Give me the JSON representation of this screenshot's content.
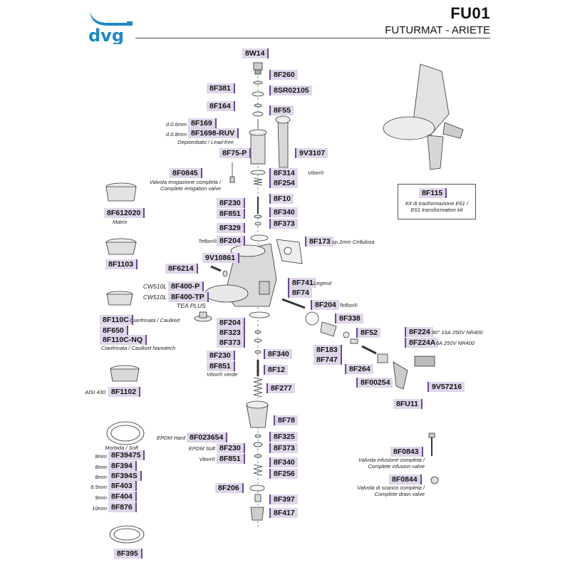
{
  "header": {
    "code": "FU01",
    "name": "FUTURMAT - ARIETE",
    "logo_text": "dvg"
  },
  "colors": {
    "tag_bg": "#dfd6ea",
    "tag_border": "#6a4a8e",
    "line": "#333333"
  },
  "tags": {
    "t8W14": "8W14",
    "t8F260": "8F260",
    "t8F381": "8F381",
    "t8SR02105": "8SR02105",
    "t8F164": "8F164",
    "t8F55": "8F55",
    "t8F169": "8F169",
    "t8F1698RUV": "8F1698-RUV",
    "t8F75P": "8F75-P",
    "t9V3107": "9V3107",
    "t8F0845": "8F0845",
    "t8F314": "8F314",
    "t8F254": "8F254",
    "t8F10": "8F10",
    "t8F230a": "8F230",
    "t8F851a": "8F851",
    "t8F340a": "8F340",
    "t8F373a": "8F373",
    "t8F329": "8F329",
    "t8F204a": "8F204",
    "t8F173": "8F173",
    "t9V10861": "9V10861",
    "t8F6214": "8F6214",
    "t8F400P": "8F400-P",
    "t8F400TP": "8F400-TP",
    "t8F741": "8F741",
    "t8F74": "8F74",
    "t8F204b": "8F204",
    "t8F338": "8F338",
    "t8F204c": "8F204",
    "t8F323": "8F323",
    "t8F373b": "8F373",
    "t8F52": "8F52",
    "t8F224": "8F224",
    "t8F224A": "8F224A",
    "t8F183": "8F183",
    "t8F747": "8F747",
    "t8F230b": "8F230",
    "t8F340b": "8F340",
    "t8F851b": "8F851",
    "t8F12": "8F12",
    "t8F264": "8F264",
    "t8F00254": "8F00254",
    "t9V57216": "9V57216",
    "t8F277": "8F277",
    "t8FU11": "8FU11",
    "t8F78": "8F78",
    "t8F023654": "8F023654",
    "t8F325": "8F325",
    "t8F230c": "8F230",
    "t8F373c": "8F373",
    "t8F851c": "8F851",
    "t8F340c": "8F340",
    "t8F256": "8F256",
    "t8F206": "8F206",
    "t8F397": "8F397",
    "t8F417": "8F417",
    "t8F612020": "8F612020",
    "t8F1103": "8F1103",
    "t8F110C": "8F110C",
    "t8F650": "8F650",
    "t8F110CNQ": "8F110C-NQ",
    "t8F1102": "8F1102",
    "t8F39475": "8F39475",
    "t8F394": "8F394",
    "t8F394S": "8F394S",
    "t8F403": "8F403",
    "t8F404": "8F404",
    "t8F876": "8F876",
    "t8F395": "8F395",
    "t8F115": "8F115",
    "t8F0843": "8F0843",
    "t8F0844": "8F0844"
  },
  "notes": {
    "d06": "d.0.6mm",
    "d08": "d.0.8mm",
    "depiombato": "Depiombato / Lead-free",
    "viton1": "Viton®",
    "valvola_erog": "Valvola erogazione completa /\nComplete erogation valve",
    "teflon1": "Teflon®",
    "sp2mm": "sp.2mm Cellulosa",
    "cw510l_1": "CW510L",
    "cw510l_2": "CW510L",
    "tea_plus": "TEA PLUS",
    "legend": "Legend",
    "teflon2": "Teflon®",
    "switch_90": "90° 16A 250V NR400",
    "switch_6a": "6A 250V NR400",
    "viton_verde": "Viton® verde",
    "epdm_hard": "EPDM Hard",
    "epdm_soft": "EPDM Soft",
    "viton3": "Viton®",
    "matrix": "Matrix",
    "cianfrinata": "Cianfrinata / Caulked",
    "cianfrinata_nano": "Cianfrinata / Caulked Nanotech",
    "aisi430": "AISI 430",
    "morbida": "Morbida / Soft",
    "mm8a": "8mm",
    "mm8b": "8mm",
    "mm8c": "8mm",
    "mm85": "8.5mm",
    "mm9": "9mm",
    "mm10": "10mm",
    "kit_e61": "Kit di trasformazione E61 /\nE61 transformation kit",
    "valvola_inf": "Valvola infusione completa /\nComplete infusion valve",
    "valvola_scar": "Valvola di scarico completa /\nComplete drain valve"
  }
}
